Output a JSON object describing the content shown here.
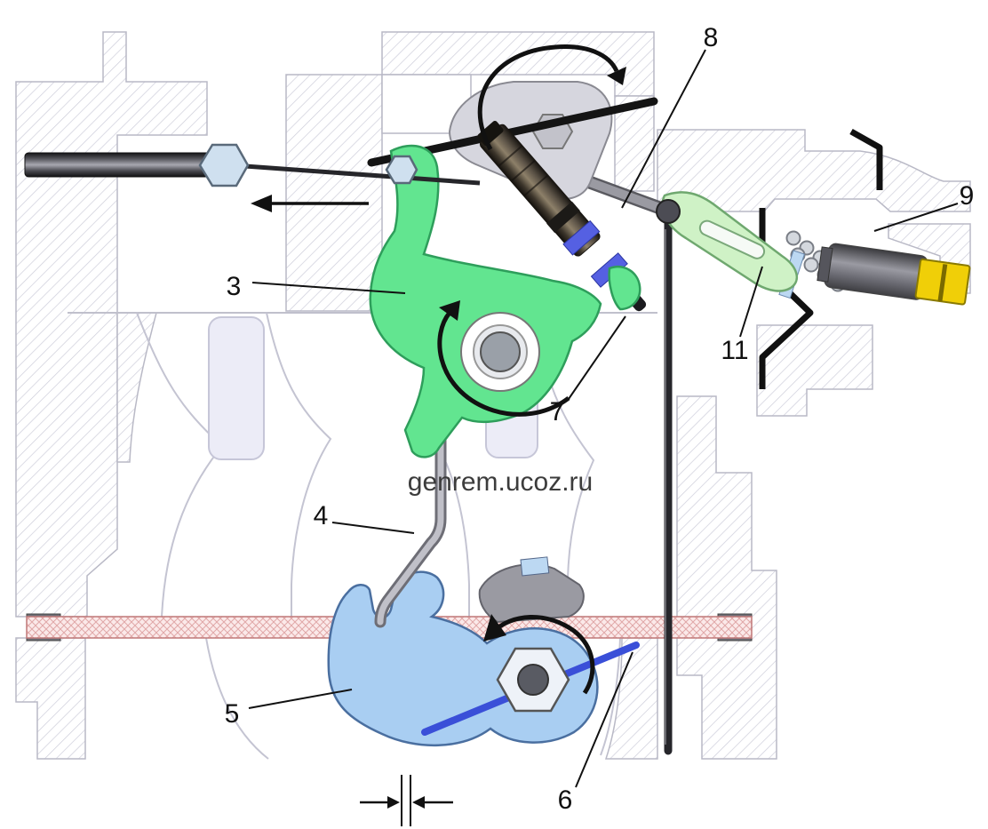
{
  "diagram": {
    "watermark": "genrem.ucoz.ru",
    "labels": {
      "part3": "3",
      "part4": "4",
      "part5": "5",
      "part6": "6",
      "part7": "7",
      "part8": "8",
      "part9": "9",
      "part11": "11"
    },
    "colors": {
      "lever_green": "#62e590",
      "cam_blue": "#a9cef2",
      "link_green": "#cff2c6",
      "rod_blue": "#3a4fd8",
      "band_blue": "#5560e2",
      "screw_yellow": "#f0cf08",
      "hex_blue": "#cfe0ef"
    }
  }
}
